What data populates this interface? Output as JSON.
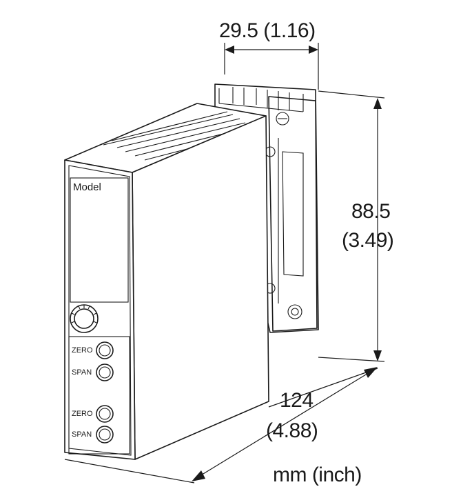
{
  "dimensions": {
    "width_mm": "29.5",
    "width_inch": "(1.16)",
    "height_mm": "88.5",
    "height_inch": "(3.49)",
    "depth_mm": "124",
    "depth_inch": "(4.88)"
  },
  "units_note": "mm (inch)",
  "device": {
    "model_label": "Model",
    "controls": [
      {
        "label": "ZERO"
      },
      {
        "label": "SPAN"
      },
      {
        "label": "ZERO"
      },
      {
        "label": "SPAN"
      }
    ]
  }
}
